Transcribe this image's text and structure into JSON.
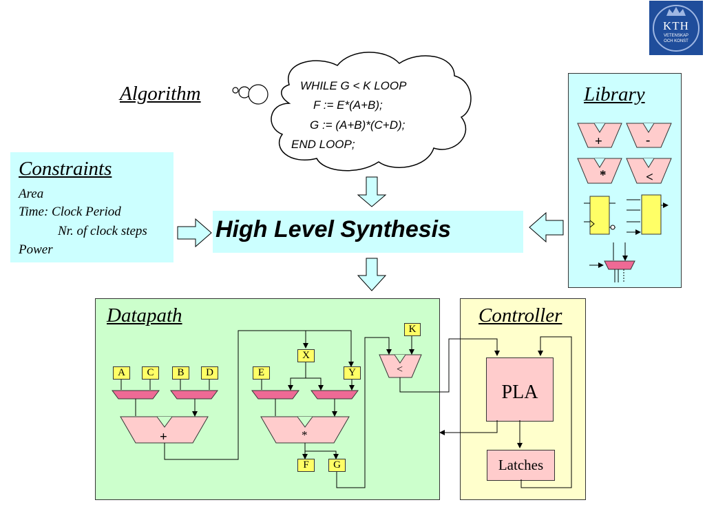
{
  "logo": {
    "line1": "KTH",
    "line2": "VETENSKAP",
    "line3": "OCH KONST",
    "color": "#1f4d9b"
  },
  "algorithm": {
    "label": "Algorithm"
  },
  "code": {
    "line1": "WHILE G < K LOOP",
    "line2": "F := E*(A+B);",
    "line3": "G := (A+B)*(C+D);",
    "line4": "END LOOP;"
  },
  "constraints": {
    "title": "Constraints",
    "items": [
      "Area",
      "Time: Clock Period",
      "Nr. of clock steps",
      "Power"
    ]
  },
  "hls": {
    "label": "High Level Synthesis",
    "bg": "#ccffff"
  },
  "library": {
    "title": "Library",
    "ops": [
      "+",
      "-",
      "*",
      "<"
    ]
  },
  "datapath": {
    "title": "Datapath",
    "registers": [
      "A",
      "C",
      "B",
      "D",
      "E",
      "X",
      "Y",
      "K",
      "F",
      "G"
    ],
    "ops": {
      "add": "+",
      "mul": "*",
      "lt": "<"
    }
  },
  "controller": {
    "title": "Controller",
    "pla": "PLA",
    "latches": "Latches"
  },
  "colors": {
    "cyan": "#ccffff",
    "green": "#ccffcc",
    "yellow": "#ffffcc",
    "pink": "#ffcccc",
    "mux": "#ee6a95",
    "reg": "#ffff66"
  }
}
